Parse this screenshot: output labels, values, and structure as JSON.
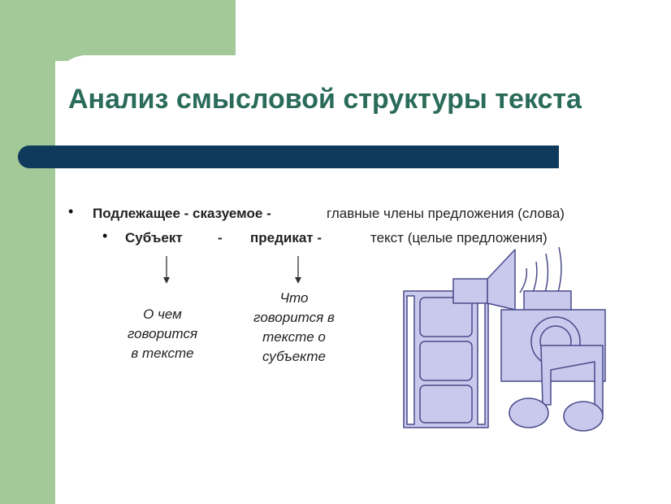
{
  "title": "Анализ смысловой структуры текста",
  "bullet1": {
    "marker": "•",
    "term": "Подлежащее - сказуемое -",
    "definition": "главные члены предложения (слова)"
  },
  "bullet2": {
    "marker": "•",
    "subject": "Субъект",
    "dash": "-",
    "predicate": "предикат -",
    "definition": "текст (целые предложения)"
  },
  "notes": {
    "subject_note": [
      "О чем",
      "говорится",
      "в тексте"
    ],
    "predicate_note": [
      "Что",
      "говорится в",
      "тексте о",
      "субъекте"
    ]
  },
  "colors": {
    "green": "#a3c999",
    "navy": "#0f3a5c",
    "title": "#2a6b5a",
    "clipart_fill": "#c9c9ee",
    "clipart_stroke": "#4a4a8a"
  },
  "clipart": {
    "icons": [
      "film-strip-icon",
      "speaker-icon",
      "camera-icon",
      "music-note-icon"
    ]
  }
}
